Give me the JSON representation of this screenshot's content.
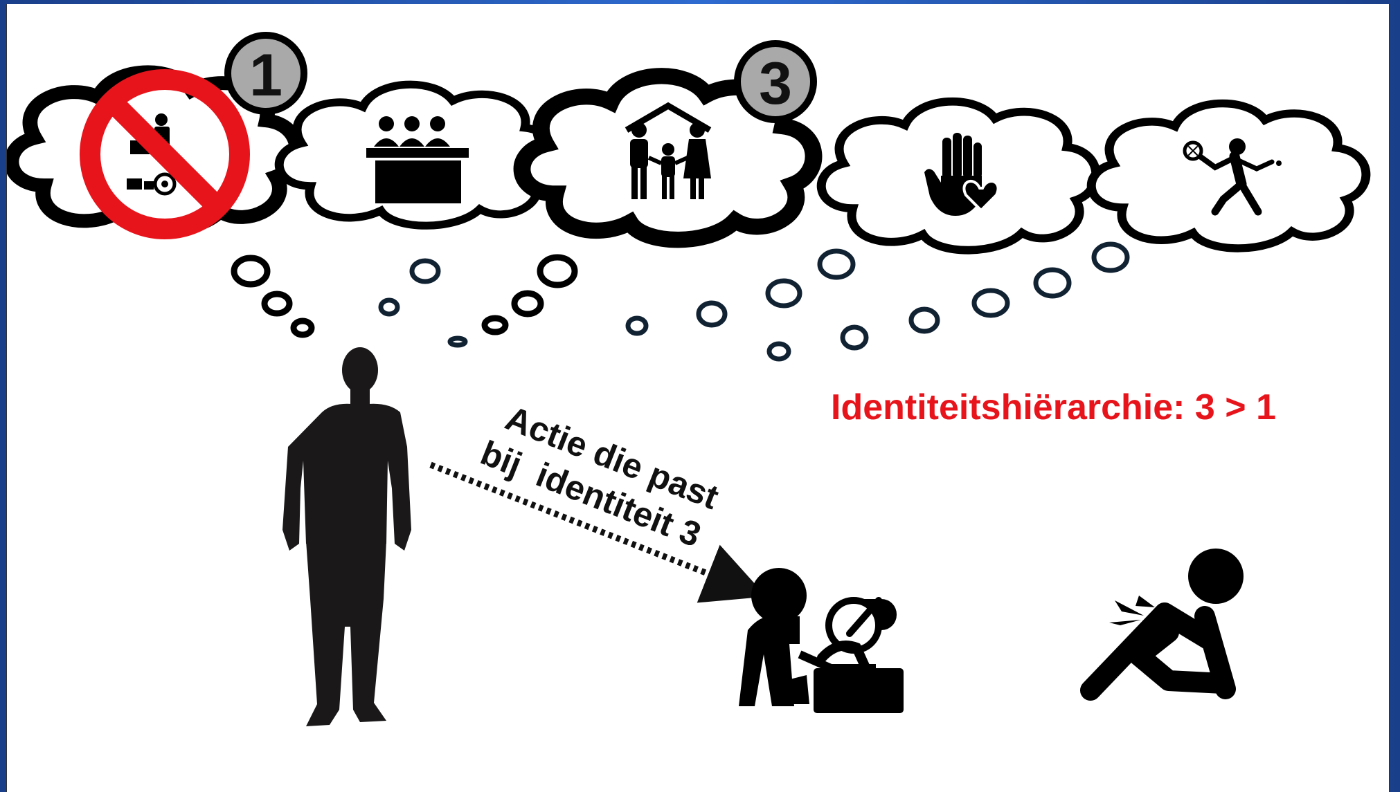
{
  "title_label": "Identiteitshiërarchie: 3 > 1",
  "action_label": {
    "line1": "Actie die past",
    "line2": "bij  identiteit 3"
  },
  "badges": {
    "first": "1",
    "third": "3"
  },
  "colors": {
    "accent_red": "#e8141c",
    "badge_grey": "#a9a9a9",
    "ink": "#111111",
    "bubble_stroke": "#112233"
  },
  "thought_clouds": [
    {
      "icon": "crossed-out-gaming-icon",
      "badge": "first",
      "crossed_out": true
    },
    {
      "icon": "panel-people-icon"
    },
    {
      "icon": "family-home-icon",
      "badge": "third"
    },
    {
      "icon": "hand-heart-icon"
    },
    {
      "icon": "tennis-player-icon"
    }
  ],
  "scene": {
    "person": "standing-person-silhouette",
    "targets": [
      "caregiver-patient-icon",
      "injured-knee-person-icon"
    ]
  }
}
